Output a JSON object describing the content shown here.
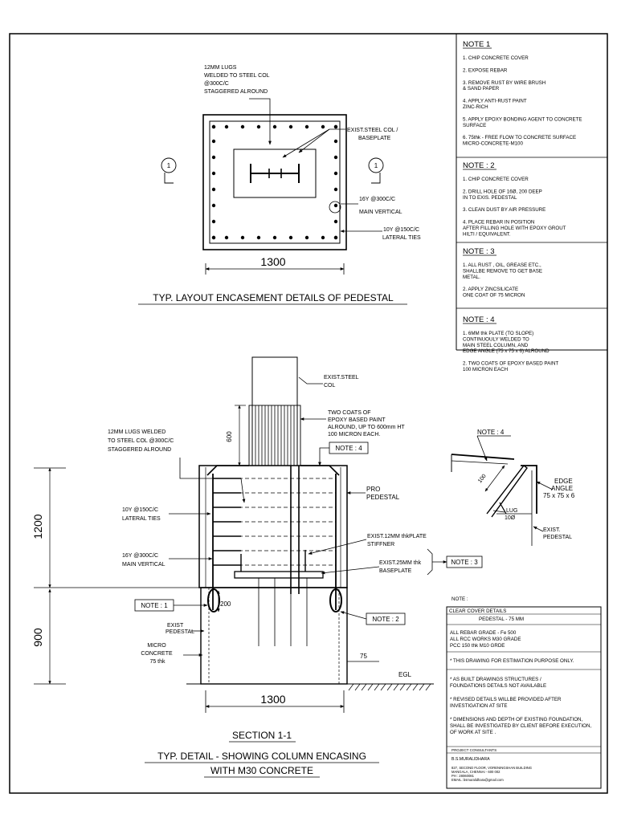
{
  "plan": {
    "lugs": [
      "12MM LUGS",
      "WELDED  TO STEEL COL",
      "@300C/C",
      "STAGGERED ALROUND"
    ],
    "steel_col": [
      "EXIST.STEEL COL /",
      "BASEPLATE"
    ],
    "main_vertical": [
      "16Y @300C/C",
      "MAIN VERTICAL"
    ],
    "lateral_ties": [
      "10Y @150C/C",
      "LATERAL TIES"
    ],
    "section_marker": "1",
    "width_dim": "1300",
    "title": "TYP. LAYOUT ENCASEMENT DETAILS OF PEDESTAL"
  },
  "section": {
    "steel_col": [
      "EXIST.STEEL",
      "COL"
    ],
    "epoxy": [
      "TWO COATS OF",
      "EPOXY BASED PAINT",
      "ALROUND, UP TO 600mm HT",
      "100 MICRON EACH."
    ],
    "lugs": [
      "12MM LUGS WELDED",
      "TO STEEL COL @300C/C",
      "STAGGERED ALROUND"
    ],
    "dim_600": "600",
    "note4_tag": "NOTE : 4",
    "pro_pedestal": [
      "PRO",
      "PEDESTAL"
    ],
    "lateral_ties": [
      "10Y @150C/C",
      "LATERAL TIES"
    ],
    "stiffner": [
      "EXIST.12MM  thkPLATE",
      "STIFFNER"
    ],
    "main_vertical": [
      "16Y @300C/C",
      "MAIN VERTICAL"
    ],
    "baseplate": [
      "EXIST.25MM  thk",
      "BASEPLATE"
    ],
    "note3_tag": "NOTE : 3",
    "dim_1200": "1200",
    "note1_tag": "NOTE : 1",
    "dim_200": "200",
    "note2_tag": "NOTE : 2",
    "dim_900": "900",
    "exist_pedestal": [
      "EXIST",
      "PEDESTAL"
    ],
    "micro_concrete": [
      "MICRO",
      "CONCRETE",
      "75 thk"
    ],
    "dim_75": "75",
    "egl": "EGL",
    "width_dim": "1300",
    "title1": "SECTION 1-1",
    "title2": "TYP. DETAIL - SHOWING COLUMN ENCASING",
    "title3": "WITH  M30 CONCRETE"
  },
  "edge_detail": {
    "note4_tag": "NOTE : 4",
    "dim_100": "100",
    "edge_angle": [
      "EDGE",
      "ANGLE",
      "75 x 75 x 6"
    ],
    "lug": [
      "LUG",
      "10Ø"
    ],
    "exist_pedestal": [
      "EXIST.",
      "PEDESTAL"
    ]
  },
  "notes": {
    "note1": {
      "heading": "NOTE 1",
      "items": [
        [
          "1. CHIP CONCRETE COVER"
        ],
        [
          "2. EXPOSE REBAR"
        ],
        [
          "3. REMOVE RUST BY WIRE BRUSH",
          "    & SAND PAPER"
        ],
        [
          "4. APPLY ANTI-RUST PAINT",
          "    ZINC-RICH"
        ],
        [
          "5. APPLY EPOXY BONDING AGENT TO CONCRETE",
          "    SURFACE"
        ],
        [
          "6. 75thk - FREE FLOW TO CONCRETE SURFACE",
          "    MICRO-CONCRETE-M100"
        ]
      ]
    },
    "note2": {
      "heading": "NOTE : 2",
      "items": [
        [
          "1. CHIP CONCRETE COVER"
        ],
        [
          "2. DRILL HOLE OF 16Ø, 200 DEEP",
          "    IN TO EXIS. PEDESTAL"
        ],
        [
          "3. CLEAN DUST BY  AIR PRESSURE"
        ],
        [
          "4. PLACE REBAR IN POSITION",
          "    AFTER FILLING HOLE WITH EPOXY GROUT",
          "    HILTI / EQUIVALENT."
        ]
      ]
    },
    "note3": {
      "heading": "NOTE : 3",
      "items": [
        [
          "1. ALL RUST , OIL, GREASE ETC.,",
          "    SHALLBE REMOVE TO GET BASE",
          "    METAL."
        ],
        [
          "2. APPLY ZINCSILICATE",
          "    ONE COAT OF 75 MICRON"
        ]
      ]
    },
    "note4": {
      "heading": "NOTE : 4",
      "items": [
        [
          "1. 6MM thk PLATE (TO SLOPE)",
          "    CONTINUOULY  WELDED TO",
          "    MAIN STEEL COLUMN,  AND",
          "    EDGE ANGLE  (75 x 75 x 6) ALROUND"
        ],
        [
          "2. TWO COATS OF  EPOXY BASED PAINT",
          "    100 MICRON EACH"
        ]
      ]
    }
  },
  "info": {
    "note_label": "NOTE :",
    "clear_cover_title": "CLEAR COVER DETAILS",
    "pedestal_cover": "PEDESTAL    - 75 MM",
    "grades": [
      "ALL REBAR GRADE   - Fe 500",
      "ALL RCC WORKS  M30 GRADE",
      "PCC  150 thk M10 GRDE"
    ],
    "estimation": "*   THIS DRAWING   FOR ESTIMATION PURPOSE ONLY.",
    "remarks": [
      [
        "*  AS BUILT DRAWINGS  STRUCTURES /",
        "   FOUNDATIONS DETAILS NOT AVAILABLE"
      ],
      [
        "*  REVISED DETAILS WILLBE PROVIDED AFTER",
        "   INVESTIGATION AT SITE"
      ],
      [
        "*  DIMENSIONS AND DEPTH OF EXISTING  FOUNDATION,",
        "   SHALL BE INVESTIGATED BY  CLIENT BEFORE EXECUTION,",
        "   OF WORK  AT SITE ."
      ]
    ],
    "consultants_label": "PROJECT  CONSULTANTS",
    "consultant_name": "B.S.MURALIDHARA",
    "address": [
      "827, SECOND FLOOR, VORENINGSHAN BUILDING",
      "MANGALA, CHENNAI  -  600 002",
      "PH : 28060081",
      "EMAIL: bsmuralidhara@gmail.com"
    ]
  }
}
